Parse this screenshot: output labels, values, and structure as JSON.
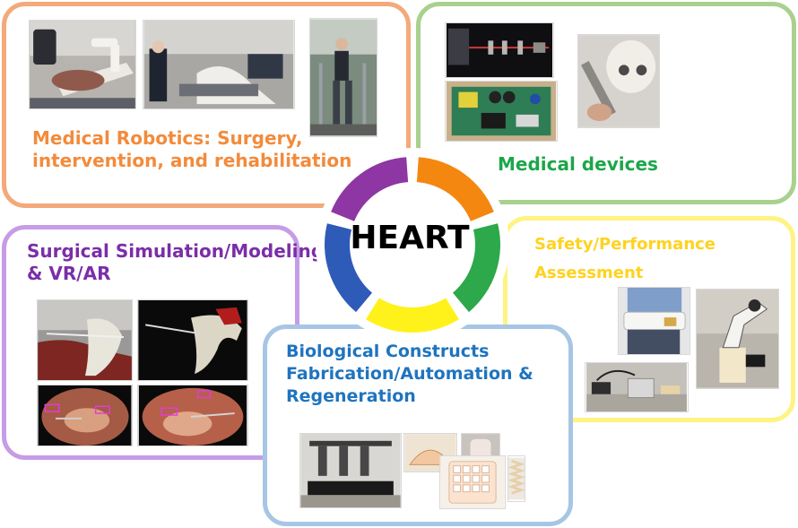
{
  "hub": {
    "label": "HEART"
  },
  "panels": {
    "robotics": {
      "line1": "Medical Robotics: Surgery,",
      "line2": "intervention, and rehabilitation"
    },
    "devices": {
      "line1": "Medical devices"
    },
    "safety": {
      "line1": "Safety/Performance",
      "line2": "Assessment"
    },
    "simulation": {
      "line1": "Surgical Simulation/Modeling",
      "line2": "& VR/AR"
    },
    "biological": {
      "line1": "Biological Constructs",
      "line2": "Fabrication/Automation &",
      "line3": "Regeneration"
    }
  },
  "wheel_segments": [
    {
      "topic": "Medical Robotics",
      "color": "#F4870F"
    },
    {
      "topic": "Medical devices",
      "color": "#2DA84A"
    },
    {
      "topic": "Safety/Performance Assessment",
      "color": "#FFF21A"
    },
    {
      "topic": "Biological Constructs",
      "color": "#2F5BB8"
    },
    {
      "topic": "Surgical Simulation",
      "color": "#8E36A3"
    }
  ],
  "photos": [
    "surgical-robot-photo",
    "operating-room-robot-photo",
    "exoskeleton-rehab-photo",
    "device-rail-photo",
    "circuit-board-photo",
    "skull-model-photo",
    "shoulder-model-photo",
    "bone-model-photo",
    "endoscopy-photo-1",
    "endoscopy-photo-2",
    "wearable-belt-photo",
    "industrial-robot-photo",
    "test-bench-photo",
    "bioprinter-photo",
    "scaffold-photo-1",
    "scaffold-photo-2",
    "well-plate-photo",
    "spring-construct-photo"
  ]
}
